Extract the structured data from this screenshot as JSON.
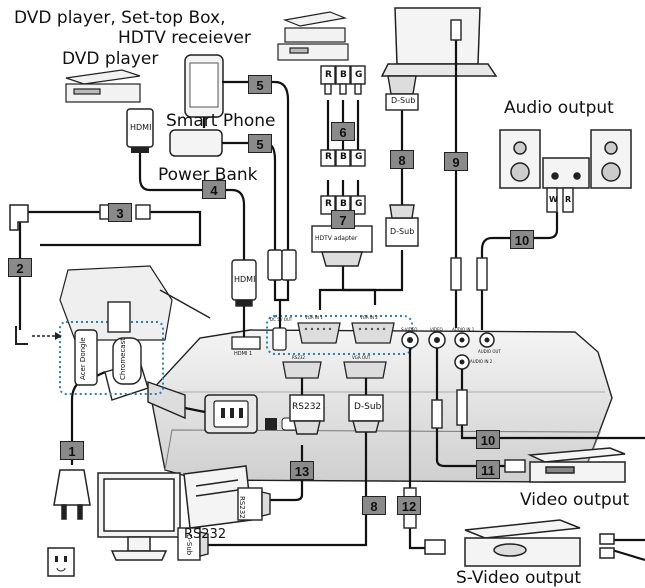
{
  "labels": {
    "dvd_stb_hdtv_line1": "DVD player, Set-top Box,",
    "dvd_stb_hdtv_line2": "HDTV receiever",
    "dvd_player": "DVD player",
    "smart_phone": "Smart Phone",
    "power_bank": "Power Bank",
    "audio_output": "Audio output",
    "video_output": "Video output",
    "svideo_output": "S-Video output",
    "rs232": "RS232"
  },
  "connector_labels": {
    "hdmi": "HDMI",
    "dsub": "D-Sub",
    "rs232": "RS232",
    "hdtv_adapter": "HDTV adapter",
    "r": "R",
    "g": "G",
    "b": "B",
    "w": "W"
  },
  "dongles": {
    "acer": "Acer Dongle",
    "chromecast": "Chromecast"
  },
  "ports": {
    "hdmi1": "HDMI 1",
    "dc5v": "DC 5V OUT",
    "vga1": "VGA IN 1",
    "vga2": "VGA IN 2",
    "rs232": "RS232",
    "vgaout": "VGA OUT",
    "svideo": "S-VIDEO",
    "video": "VIDEO",
    "audio_in1": "AUDIO IN 1",
    "audio_in2": "AUDIO IN 2",
    "audio_out": "AUDIO OUT"
  },
  "cable_numbers": [
    "1",
    "2",
    "3",
    "4",
    "5",
    "5",
    "6",
    "7",
    "8",
    "8",
    "9",
    "10",
    "10",
    "11",
    "12",
    "13"
  ],
  "colors": {
    "line": "#111111",
    "badge": "#8a8a8a",
    "dotted_box": "#2a7fc1"
  }
}
